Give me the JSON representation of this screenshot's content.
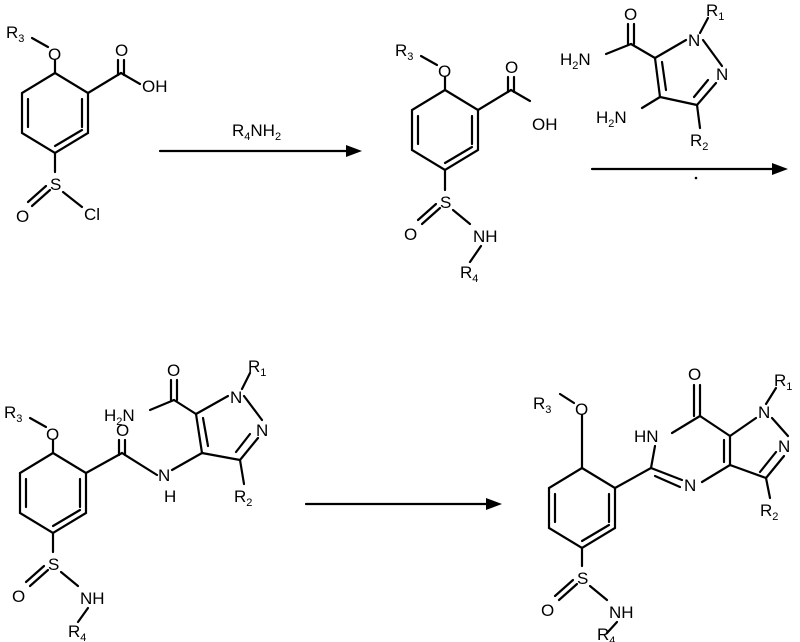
{
  "reagents": {
    "step1": "R4NH2"
  },
  "atoms": {
    "R3": "R",
    "three": "3",
    "O": "O",
    "OH": "OH",
    "S": "S",
    "Cl": "Cl",
    "NH": "NH",
    "R4": "R",
    "four": "4",
    "H2N": "H",
    "two": "2",
    "N_end": "N",
    "N": "N",
    "R1": "R",
    "one": "1",
    "R2": "R",
    "H": "H",
    "HN": "HN"
  }
}
